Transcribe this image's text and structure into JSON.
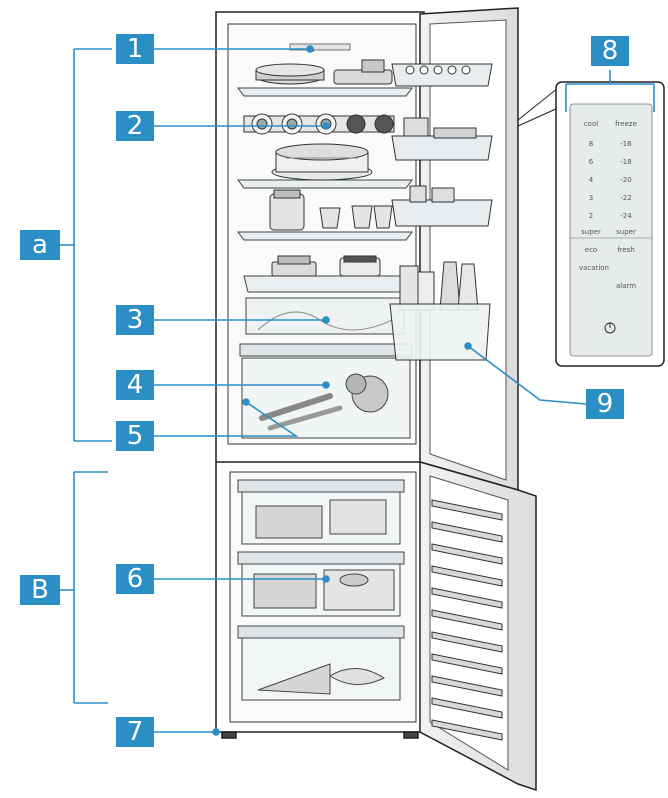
{
  "callouts": {
    "c1": "1",
    "c2": "2",
    "c3": "3",
    "c4": "4",
    "c5": "5",
    "c6": "6",
    "c7": "7",
    "c8": "8",
    "c9": "9",
    "ca": "a",
    "cb": "B"
  },
  "panel": {
    "left_header": "cool",
    "right_header": "freeze",
    "left_values": [
      "8",
      "6",
      "4",
      "3",
      "2",
      "super"
    ],
    "right_values": [
      "-16",
      "-18",
      "-20",
      "-22",
      "-24",
      "super"
    ],
    "eco": "eco",
    "fresh": "fresh",
    "vacation": "vacation",
    "alarm": "alarm"
  },
  "colors": {
    "callout": "#2b8fc6",
    "line": "#2b8fc6",
    "outline": "#222222"
  }
}
